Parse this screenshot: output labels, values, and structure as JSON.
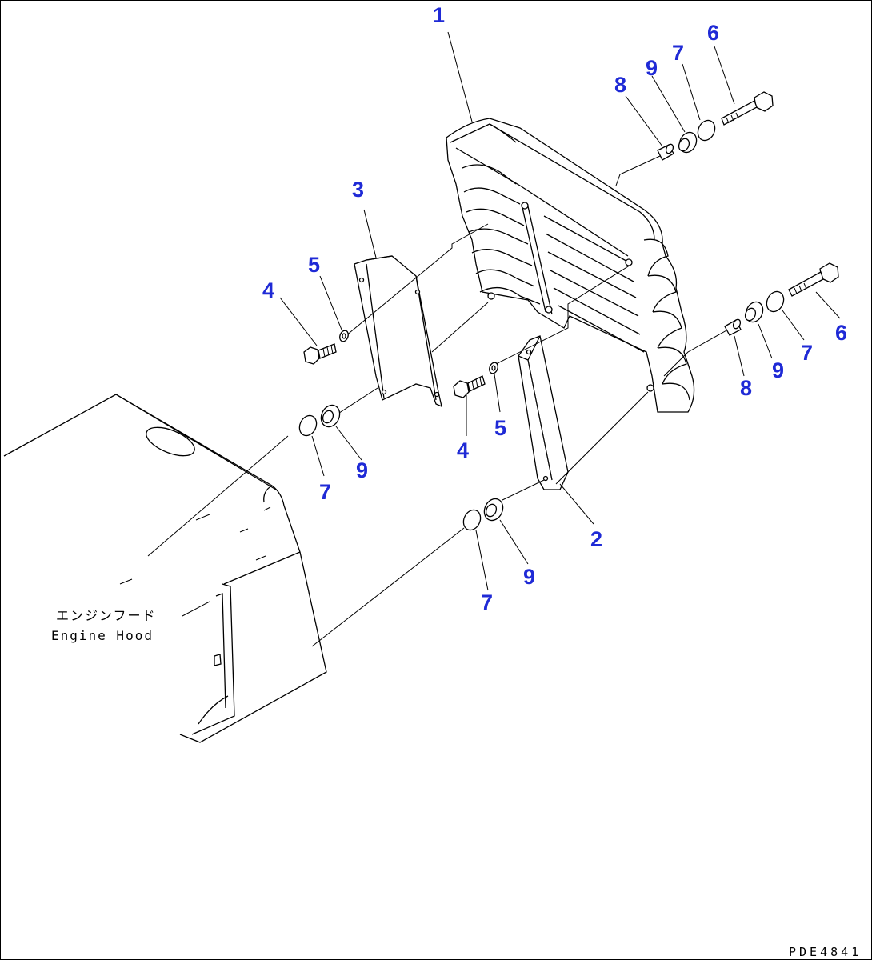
{
  "callouts": {
    "c1": "1",
    "c2": "2",
    "c3": "3",
    "c4a": "4",
    "c4b": "4",
    "c5a": "5",
    "c5b": "5",
    "c6a": "6",
    "c6b": "6",
    "c7a": "7",
    "c7b": "7",
    "c7c": "7",
    "c7d": "7",
    "c8a": "8",
    "c8b": "8",
    "c9a": "9",
    "c9b": "9",
    "c9c": "9",
    "c9d": "9"
  },
  "labels": {
    "hood_jp": "エンジンフード",
    "hood_en": "Engine Hood"
  },
  "drawing_code": "PDE4841",
  "colors": {
    "callout": "#1f2ad6",
    "line": "#000000",
    "background": "#ffffff"
  }
}
